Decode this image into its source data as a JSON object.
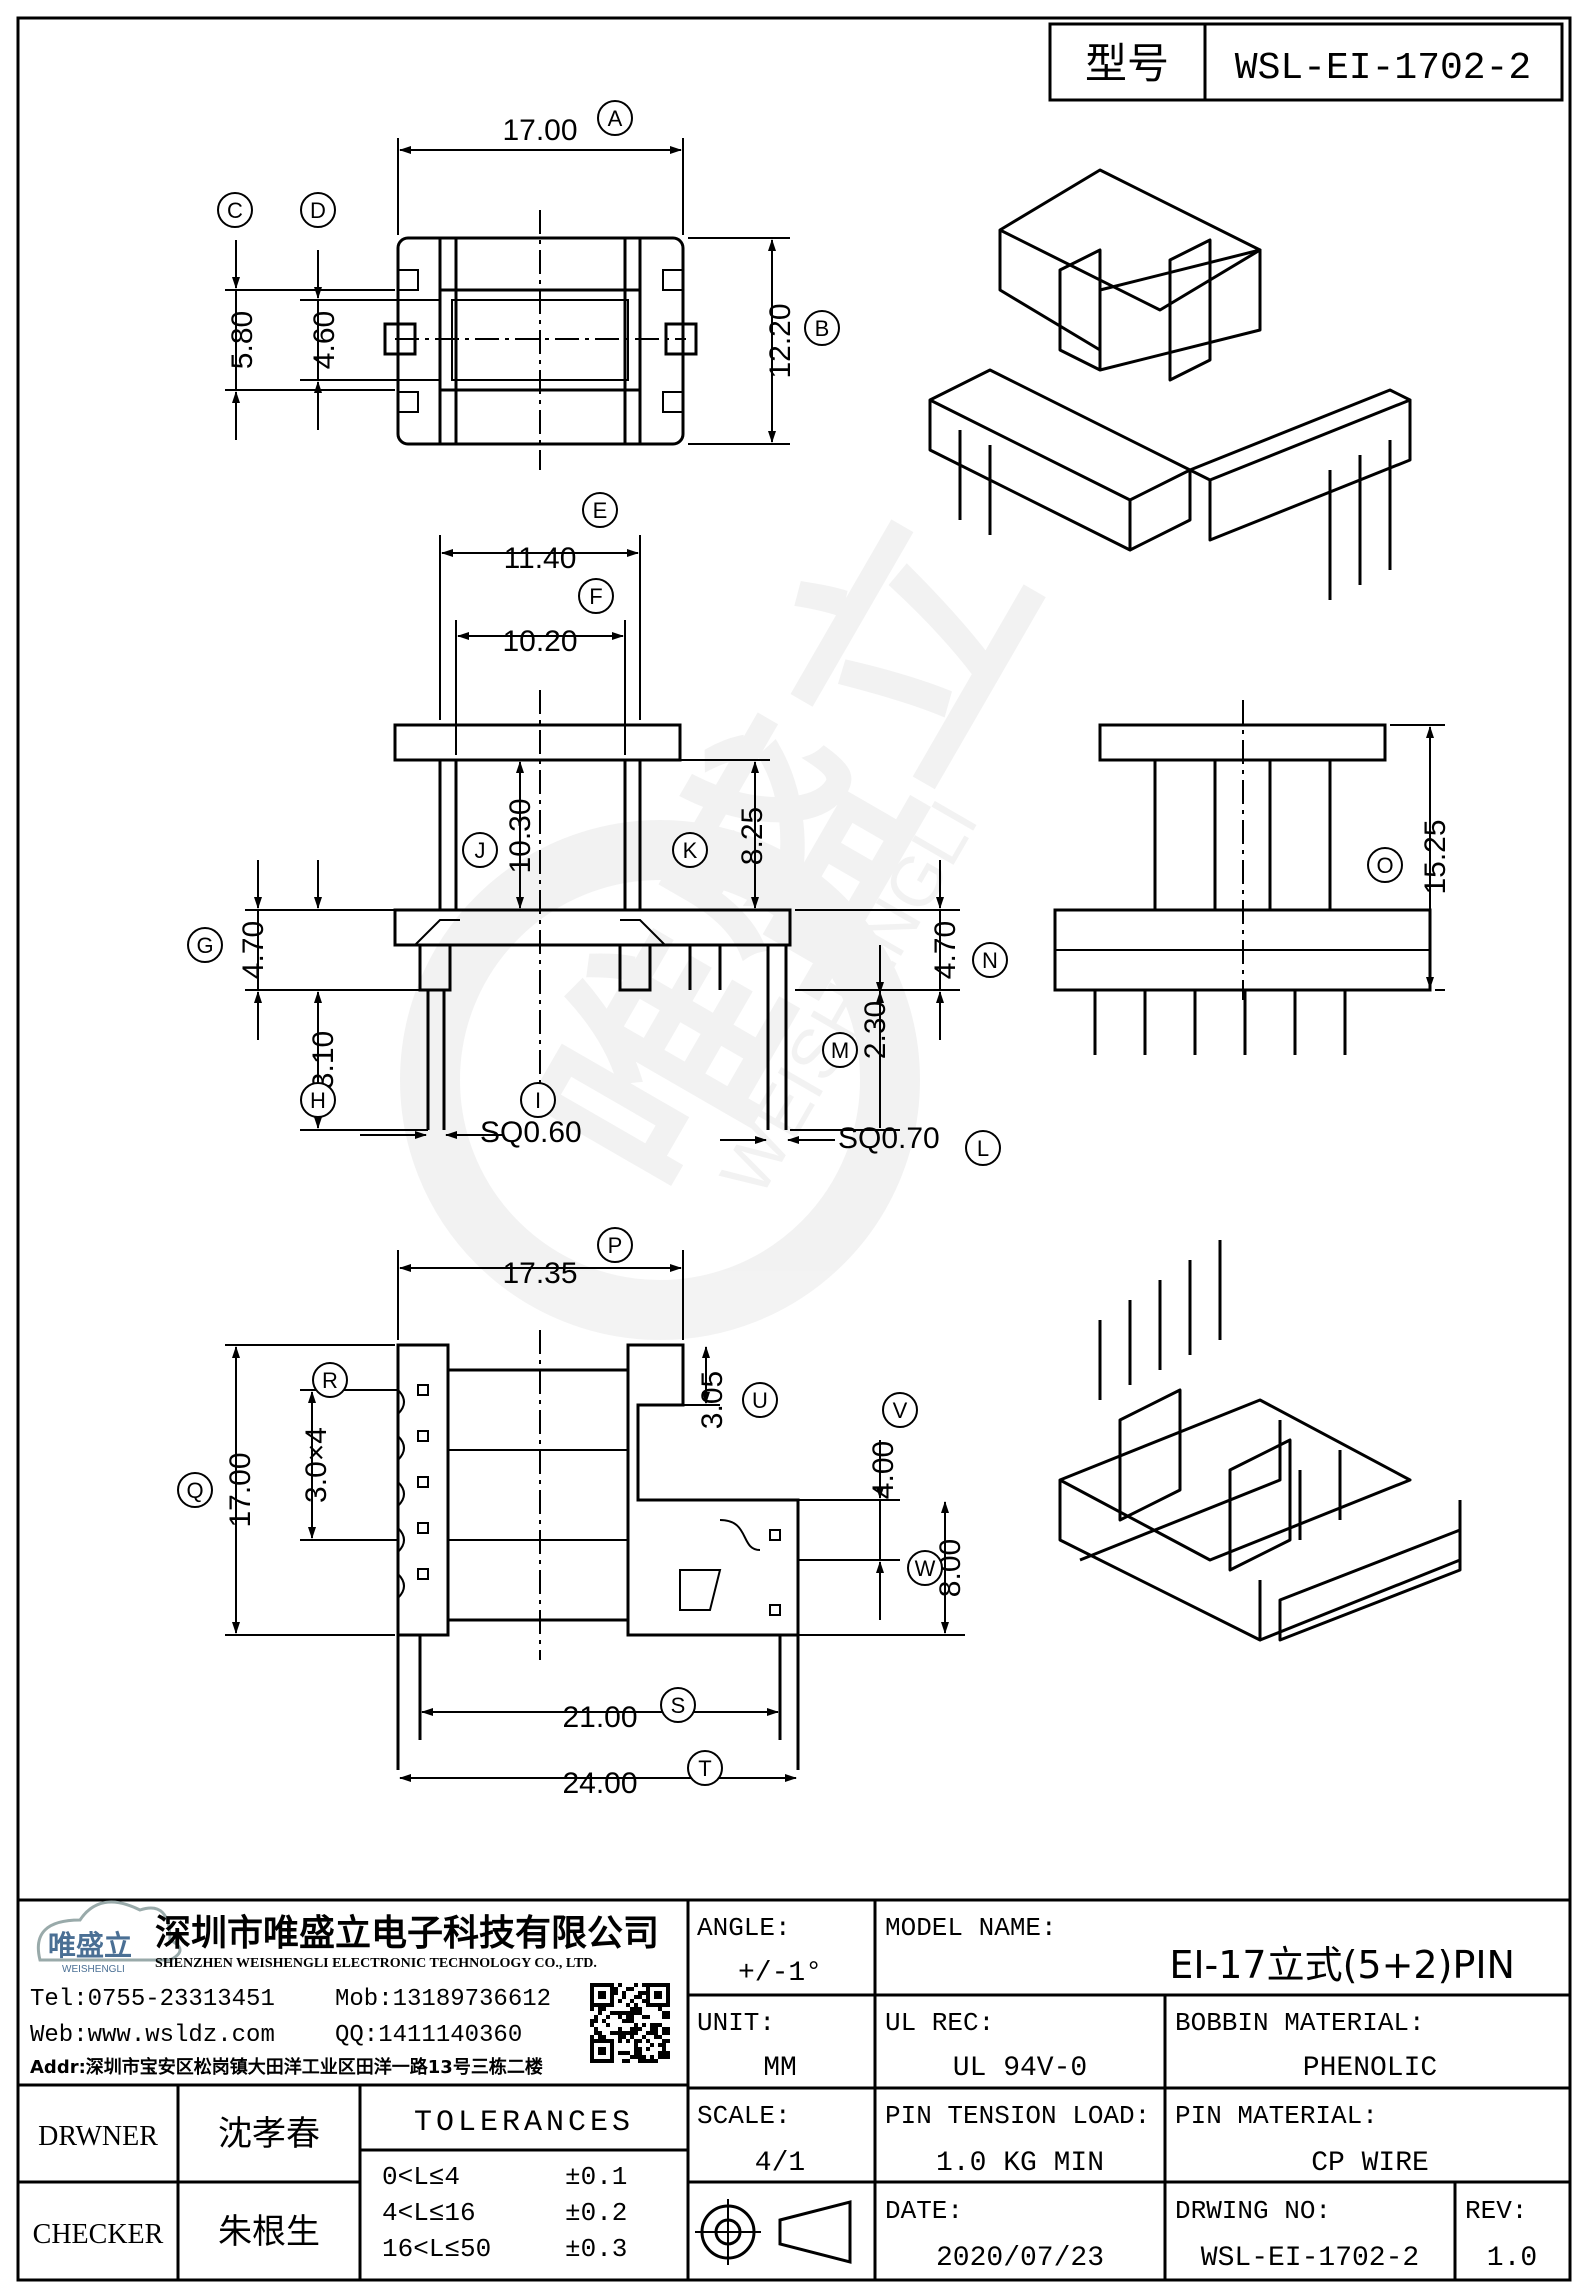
{
  "header": {
    "model_label": "型号",
    "model_value": "WSL-EI-1702-2"
  },
  "dims": {
    "A": "17.00",
    "B": "12.20",
    "C": "5.80",
    "D": "4.60",
    "E": "11.40",
    "F": "10.20",
    "J": "10.30",
    "K": "8.25",
    "G": "4.70",
    "N": "4.70",
    "H": "3.10",
    "M": "2.30",
    "I": "SQ0.60",
    "L": "SQ0.70",
    "O": "15.25",
    "P": "17.35",
    "Q": "17.00",
    "R": "3.0×4",
    "U": "3.05",
    "V": "4.00",
    "W": "8.00",
    "S": "21.00",
    "T": "24.00"
  },
  "letters": [
    "A",
    "B",
    "C",
    "D",
    "E",
    "F",
    "G",
    "H",
    "I",
    "J",
    "K",
    "L",
    "M",
    "N",
    "O",
    "P",
    "Q",
    "R",
    "S",
    "T",
    "U",
    "V",
    "W"
  ],
  "watermark": {
    "text": "WEISHENGLI",
    "logo_text": "唯盛立"
  },
  "company": {
    "logo_text": "唯盛立",
    "logo_sub": "WEISHENGLI",
    "name_cn": "深圳市唯盛立电子科技有限公司",
    "name_en": "SHENZHEN WEISHENGLI ELECTRONIC TECHNOLOGY CO., LTD.",
    "tel": "Tel:0755-23313451",
    "mob": "Mob:13189736612",
    "web": "Web:www.wsldz.com",
    "qq": "QQ:1411140360",
    "addr": "Addr:深圳市宝安区松岗镇大田洋工业区田洋一路13号三栋二楼"
  },
  "title_block": {
    "angle_label": "ANGLE:",
    "angle_value": "+/-1°",
    "unit_label": "UNIT:",
    "unit_value": "MM",
    "scale_label": "SCALE:",
    "scale_value": "4/1",
    "model_label": "MODEL NAME:",
    "model_value": "EI-17立式(5+2)PIN",
    "ulrec_label": "UL REC:",
    "ulrec_value": "UL 94V-0",
    "bobbin_label": "BOBBIN MATERIAL:",
    "bobbin_value": "PHENOLIC",
    "tension_label": "PIN TENSION LOAD:",
    "tension_value": "1.0 KG MIN",
    "pinmat_label": "PIN MATERIAL:",
    "pinmat_value": "CP WIRE",
    "date_label": "DATE:",
    "date_value": "2020/07/23",
    "dwgno_label": "DRWING NO:",
    "dwgno_value": "WSL-EI-1702-2",
    "rev_label": "REV:",
    "rev_value": "1.0",
    "drawer_label": "DRWNER",
    "drawer_value": "沈孝春",
    "checker_label": "CHECKER",
    "checker_value": "朱根生",
    "tolerances_title": "TOLERANCES",
    "tolerances": [
      {
        "range": "0<L≤4",
        "value": "±0.1"
      },
      {
        "range": "4<L≤16",
        "value": "±0.2"
      },
      {
        "range": "16<L≤50",
        "value": "±0.3"
      }
    ]
  }
}
